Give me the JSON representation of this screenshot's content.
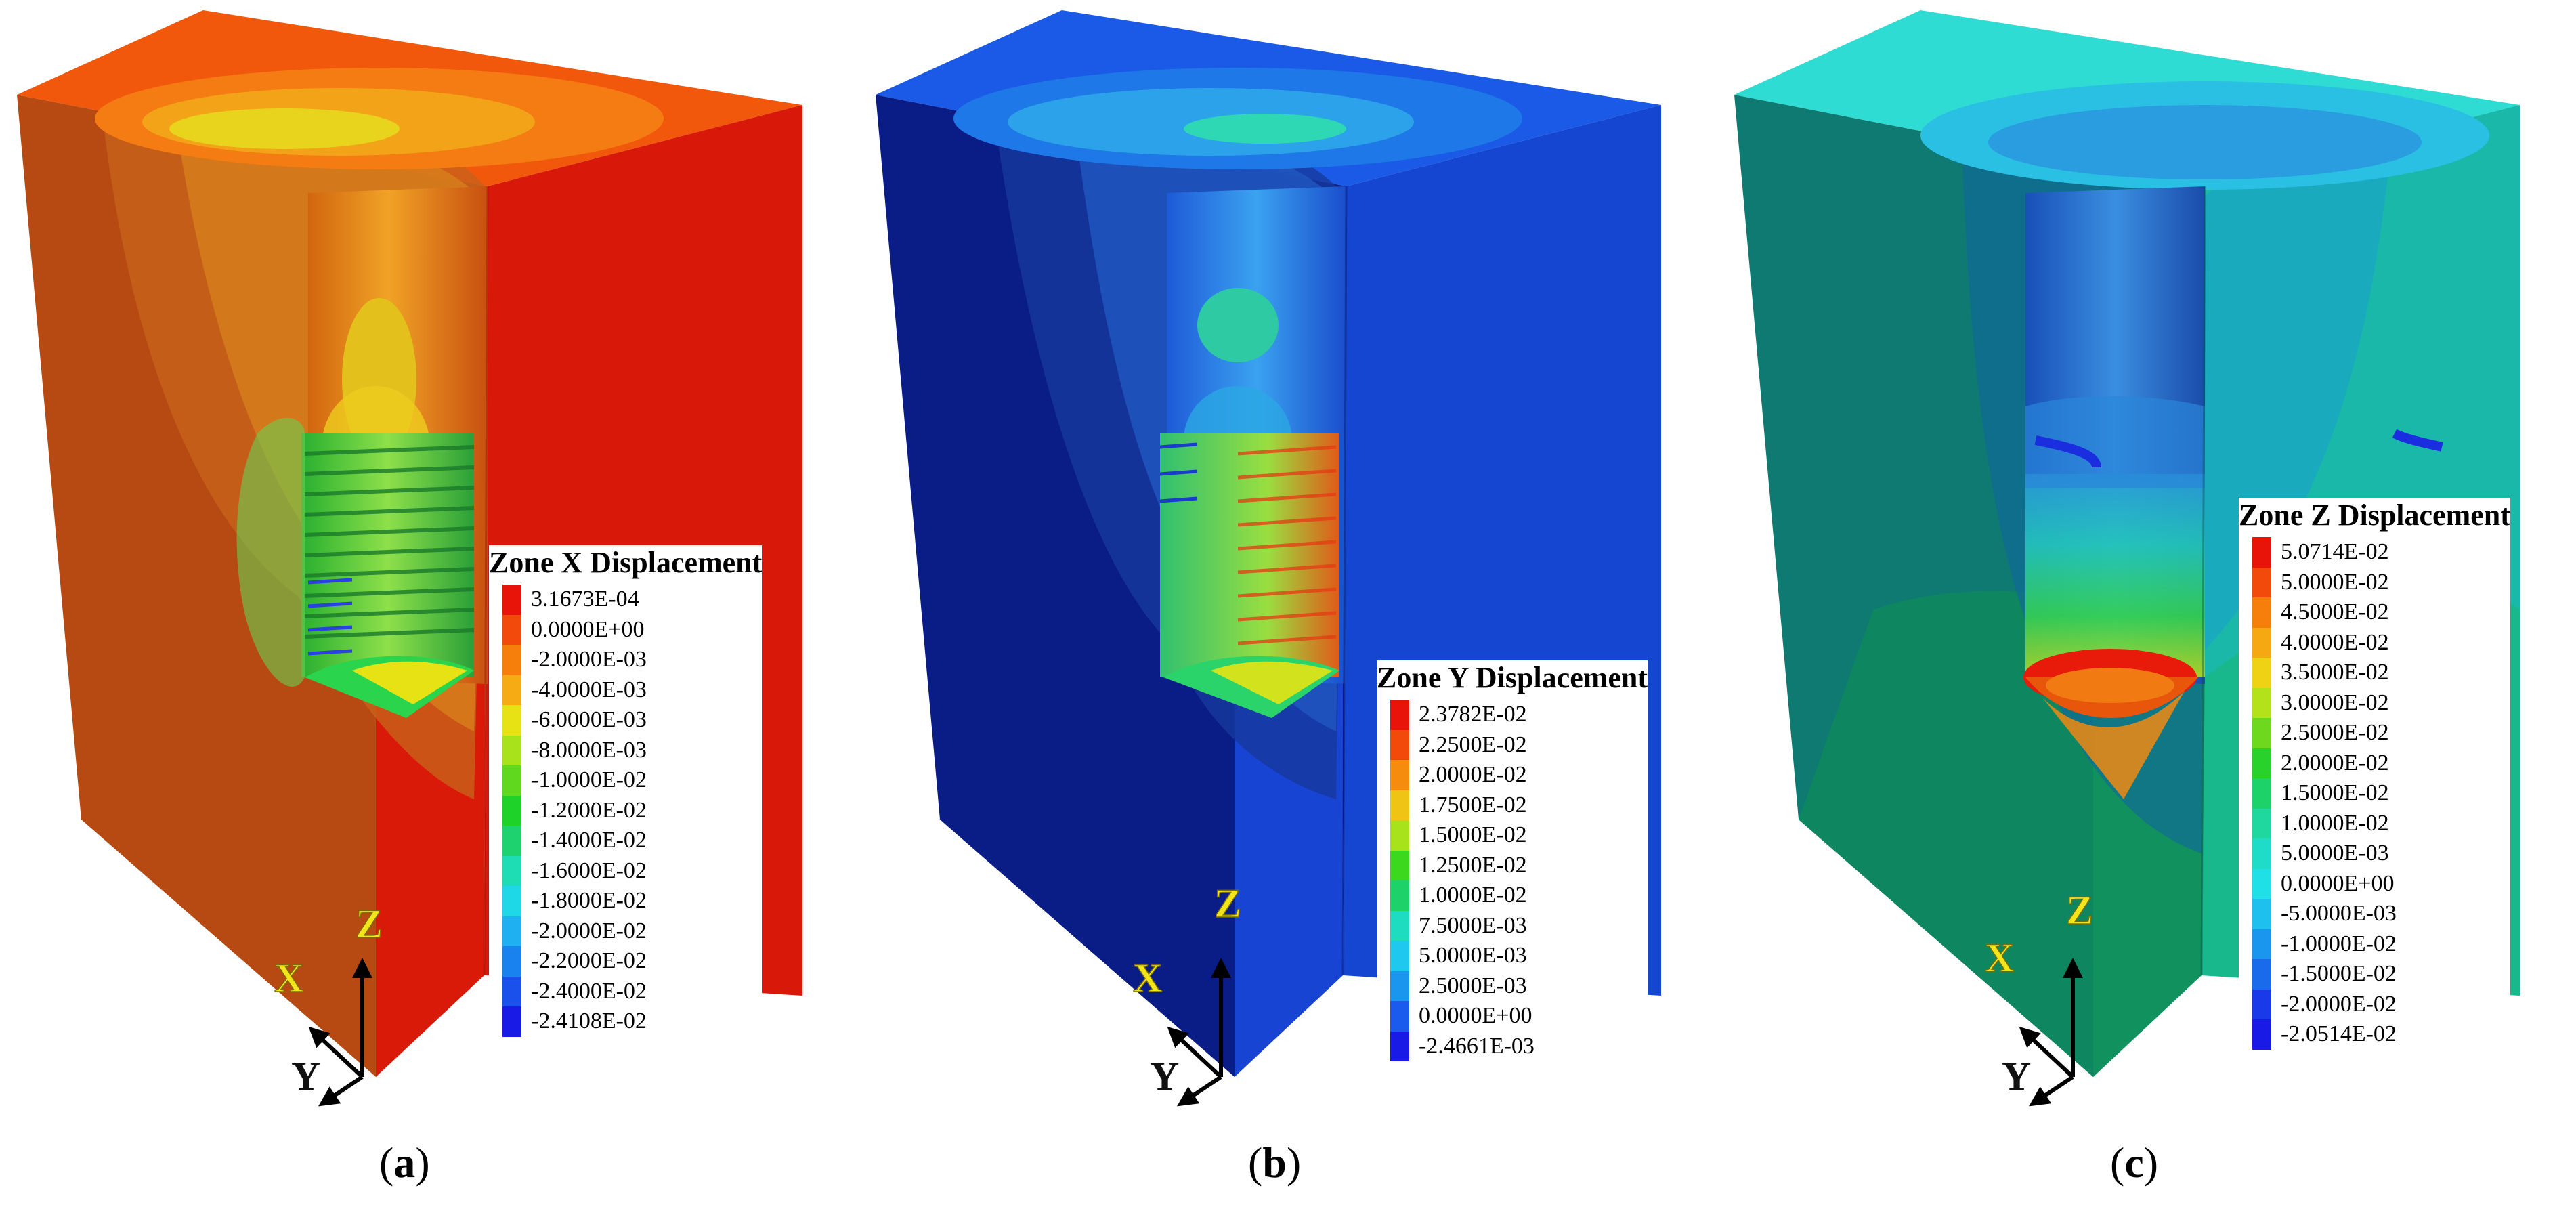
{
  "panels": [
    {
      "caption_open": "(",
      "caption_letter": "a",
      "caption_close": ")",
      "legend": {
        "title": "Zone X Displacement",
        "levels": [
          {
            "label": "3.1673E-04",
            "color": "#e8140a"
          },
          {
            "label": "0.0000E+00",
            "color": "#f24a0a"
          },
          {
            "label": "-2.0000E-03",
            "color": "#f67f0c"
          },
          {
            "label": "-4.0000E-03",
            "color": "#f6ab14"
          },
          {
            "label": "-6.0000E-03",
            "color": "#e6e214"
          },
          {
            "label": "-8.0000E-03",
            "color": "#a8e21a"
          },
          {
            "label": "-1.0000E-02",
            "color": "#5fd81e"
          },
          {
            "label": "-1.2000E-02",
            "color": "#1ed22a"
          },
          {
            "label": "-1.4000E-02",
            "color": "#1ed270"
          },
          {
            "label": "-1.6000E-02",
            "color": "#1edcb4"
          },
          {
            "label": "-1.8000E-02",
            "color": "#1ed8e8"
          },
          {
            "label": "-2.0000E-02",
            "color": "#1eb0f0"
          },
          {
            "label": "-2.2000E-02",
            "color": "#1a82ee"
          },
          {
            "label": "-2.4000E-02",
            "color": "#1a50ec"
          },
          {
            "label": "-2.4108E-02",
            "color": "#1a1ae6"
          }
        ]
      },
      "axes": {
        "x": "X",
        "y": "Y",
        "z": "Z"
      }
    },
    {
      "caption_open": "(",
      "caption_letter": "b",
      "caption_close": ")",
      "legend": {
        "title": "Zone Y Displacement",
        "levels": [
          {
            "label": "2.3782E-02",
            "color": "#e8140a"
          },
          {
            "label": "2.2500E-02",
            "color": "#f24a0a"
          },
          {
            "label": "2.0000E-02",
            "color": "#f68c0e"
          },
          {
            "label": "1.7500E-02",
            "color": "#f0c414"
          },
          {
            "label": "1.5000E-02",
            "color": "#a8e21a"
          },
          {
            "label": "1.2500E-02",
            "color": "#3cd81e"
          },
          {
            "label": "1.0000E-02",
            "color": "#1ed26a"
          },
          {
            "label": "7.5000E-03",
            "color": "#1edcc0"
          },
          {
            "label": "5.0000E-03",
            "color": "#1ec8ee"
          },
          {
            "label": "2.5000E-03",
            "color": "#1a96ee"
          },
          {
            "label": "0.0000E+00",
            "color": "#1a5aec"
          },
          {
            "label": "-2.4661E-03",
            "color": "#1a1ae6"
          }
        ]
      },
      "axes": {
        "x": "X",
        "y": "Y",
        "z": "Z"
      }
    },
    {
      "caption_open": "(",
      "caption_letter": "c",
      "caption_close": ")",
      "legend": {
        "title": "Zone Z Displacement",
        "levels": [
          {
            "label": "5.0714E-02",
            "color": "#e8140a"
          },
          {
            "label": "5.0000E-02",
            "color": "#f24a0a"
          },
          {
            "label": "4.5000E-02",
            "color": "#f67f0c"
          },
          {
            "label": "4.0000E-02",
            "color": "#f6a812"
          },
          {
            "label": "3.5000E-02",
            "color": "#f0d214"
          },
          {
            "label": "3.0000E-02",
            "color": "#b4e21a"
          },
          {
            "label": "2.5000E-02",
            "color": "#6ed81e"
          },
          {
            "label": "2.0000E-02",
            "color": "#28d22a"
          },
          {
            "label": "1.5000E-02",
            "color": "#1ed26a"
          },
          {
            "label": "1.0000E-02",
            "color": "#1ed8a0"
          },
          {
            "label": "5.0000E-03",
            "color": "#1edcc8"
          },
          {
            "label": "0.0000E+00",
            "color": "#1ee0e6"
          },
          {
            "label": "-5.0000E-03",
            "color": "#1ec0ee"
          },
          {
            "label": "-1.0000E-02",
            "color": "#1a96ee"
          },
          {
            "label": "-1.5000E-02",
            "color": "#1a6aec"
          },
          {
            "label": "-2.0000E-02",
            "color": "#1a3aea"
          },
          {
            "label": "-2.0514E-02",
            "color": "#1a1ae6"
          }
        ]
      },
      "axes": {
        "x": "X",
        "y": "Y",
        "z": "Z"
      }
    }
  ]
}
